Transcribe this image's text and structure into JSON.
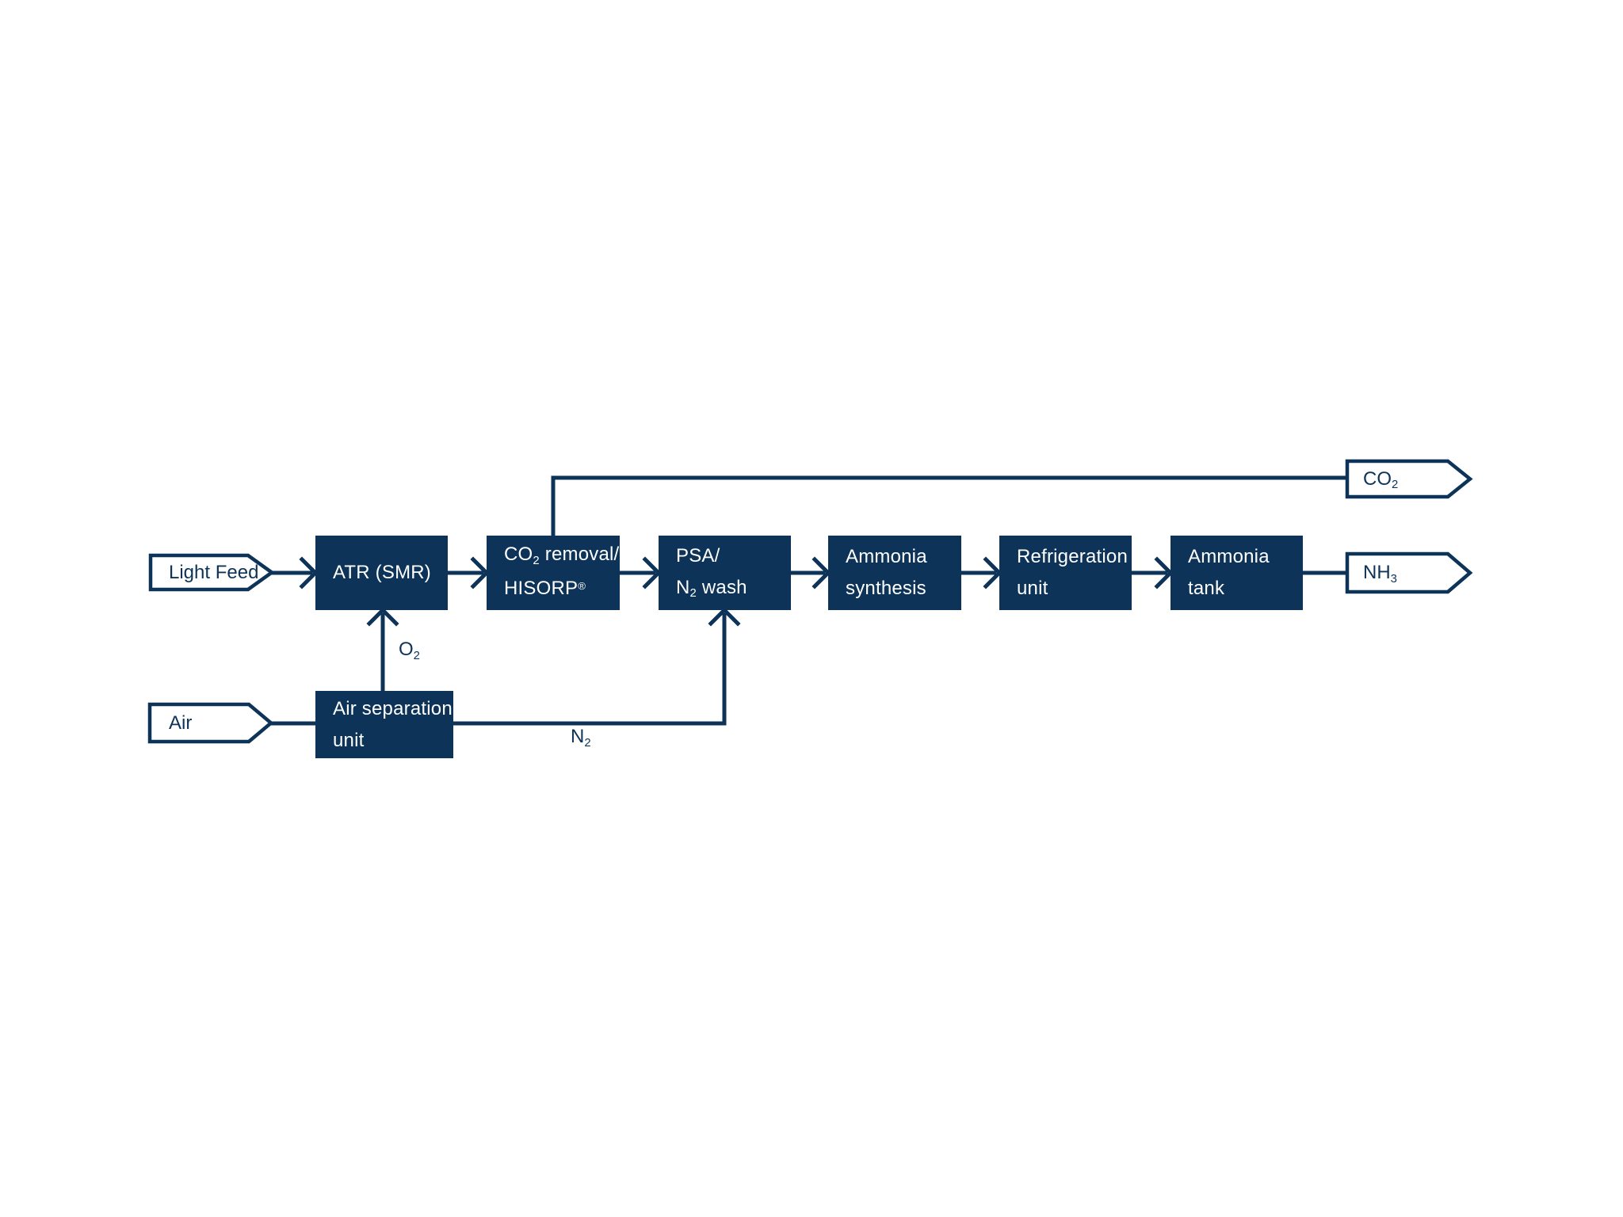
{
  "colors": {
    "navy": "#0d3458",
    "background": "#ffffff"
  },
  "inputs": {
    "light_feed": {
      "label": "Light Feed"
    },
    "air": {
      "label": "Air"
    }
  },
  "outputs": {
    "co2": {
      "base": "CO",
      "sub": "2"
    },
    "nh3": {
      "base": "NH",
      "sub": "3"
    }
  },
  "process_boxes": {
    "atr": {
      "line1": "ATR (SMR)"
    },
    "co2_removal": {
      "line1_pre": "CO",
      "line1_sub": "2",
      "line1_post": " removal/",
      "line2_base": "HISORP",
      "line2_sup": "®"
    },
    "psa": {
      "line1": "PSA/",
      "line2_pre": "N",
      "line2_sub": "2",
      "line2_post": " wash"
    },
    "ammonia_synthesis": {
      "line1": "Ammonia",
      "line2": "synthesis"
    },
    "refrigeration_unit": {
      "line1": "Refrigeration",
      "line2": "unit"
    },
    "ammonia_tank": {
      "line1": "Ammonia",
      "line2": "tank"
    },
    "air_separation_unit": {
      "line1": "Air separation",
      "line2": "unit"
    }
  },
  "stream_labels": {
    "o2": {
      "base": "O",
      "sub": "2"
    },
    "n2": {
      "base": "N",
      "sub": "2"
    }
  }
}
